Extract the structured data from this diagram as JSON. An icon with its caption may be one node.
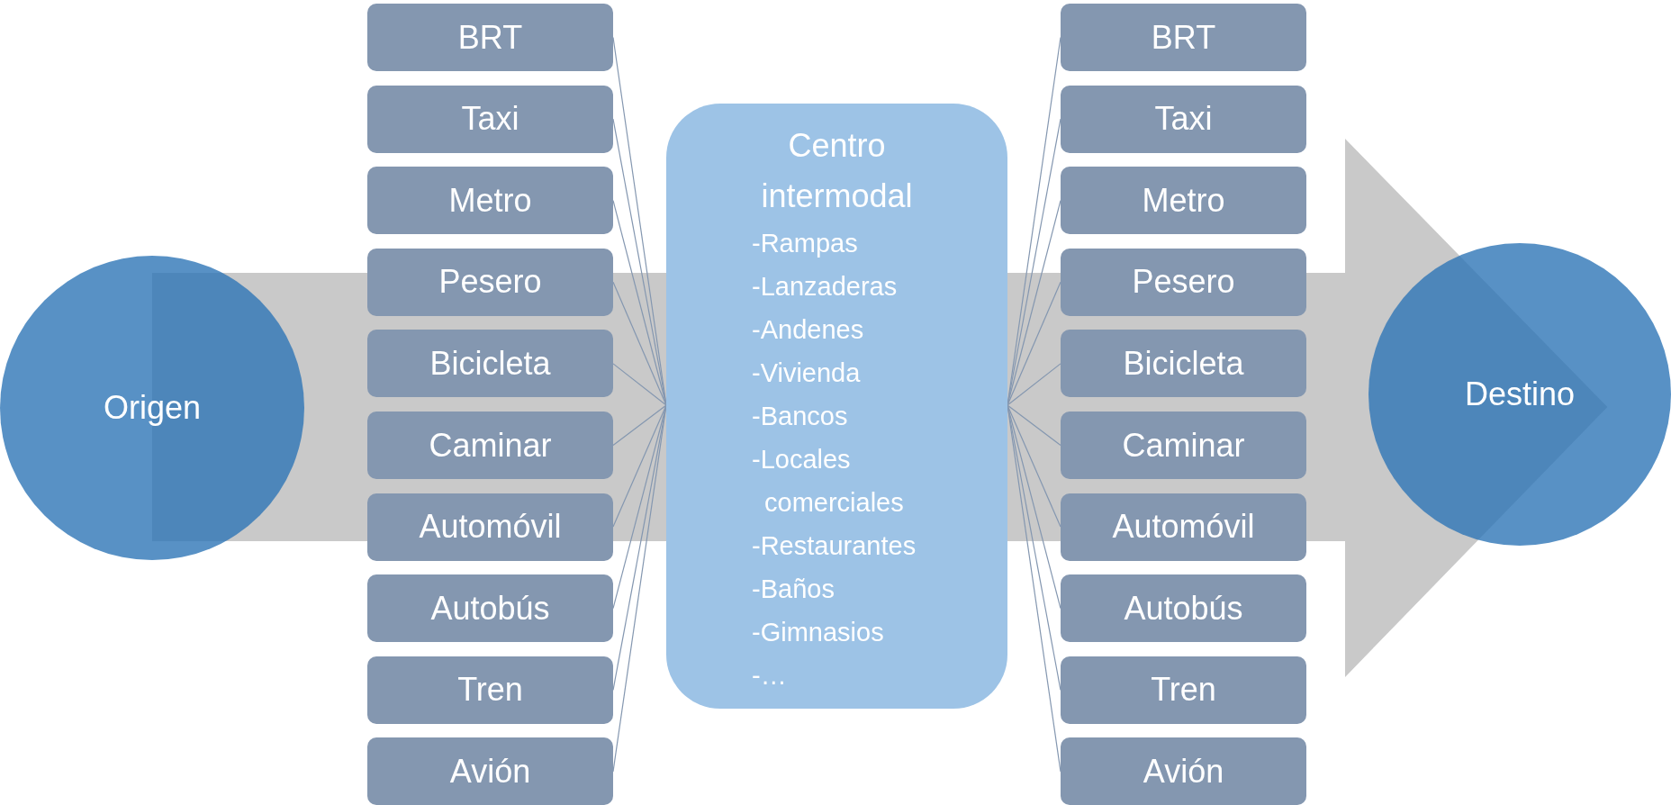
{
  "diagram": {
    "nodes": [
      {
        "text": [
          "Origen"
        ]
      },
      {
        "text": [
          "BRT"
        ]
      },
      {
        "text": [
          "Taxi"
        ]
      },
      {
        "text": [
          "Metro"
        ]
      },
      {
        "text": [
          "Pesero"
        ]
      },
      {
        "text": [
          "Bicicleta"
        ]
      },
      {
        "text": [
          "Caminar"
        ]
      },
      {
        "text": [
          "Automóvil"
        ]
      },
      {
        "text": [
          "Autobús"
        ]
      },
      {
        "text": [
          "Tren"
        ]
      },
      {
        "text": [
          "Avión"
        ]
      },
      {
        "text": [
          "Centro intermodal",
          "-Rampas",
          "-Lanzaderas",
          "-Andenes",
          "-Vivienda",
          "-Bancos",
          "-Locales comerciales",
          "-Restaurantes",
          "-Baños",
          "-Gimnasios",
          "-…"
        ]
      },
      {
        "text": [
          "BRT"
        ]
      },
      {
        "text": [
          "Taxi"
        ]
      },
      {
        "text": [
          "Metro"
        ]
      },
      {
        "text": [
          "Pesero"
        ]
      },
      {
        "text": [
          "Bicicleta"
        ]
      },
      {
        "text": [
          "Caminar"
        ]
      },
      {
        "text": [
          "Automóvil"
        ]
      },
      {
        "text": [
          "Autobús"
        ]
      },
      {
        "text": [
          "Tren"
        ]
      },
      {
        "text": [
          "Avión"
        ]
      },
      {
        "text": [
          "Destino"
        ]
      }
    ],
    "edges": [
      {
        "from": 1,
        "to": 11,
        "arrow": "none"
      },
      {
        "from": 2,
        "to": 11,
        "arrow": "none"
      },
      {
        "from": 3,
        "to": 11,
        "arrow": "none"
      },
      {
        "from": 4,
        "to": 11,
        "arrow": "none"
      },
      {
        "from": 5,
        "to": 11,
        "arrow": "none"
      },
      {
        "from": 6,
        "to": 11,
        "arrow": "none"
      },
      {
        "from": 7,
        "to": 11,
        "arrow": "none"
      },
      {
        "from": 8,
        "to": 11,
        "arrow": "none"
      },
      {
        "from": 9,
        "to": 11,
        "arrow": "none"
      },
      {
        "from": 10,
        "to": 11,
        "arrow": "none"
      },
      {
        "from": 11,
        "to": 12,
        "arrow": "none"
      },
      {
        "from": 11,
        "to": 13,
        "arrow": "none"
      },
      {
        "from": 11,
        "to": 14,
        "arrow": "none"
      },
      {
        "from": 11,
        "to": 15,
        "arrow": "none"
      },
      {
        "from": 11,
        "to": 16,
        "arrow": "none"
      },
      {
        "from": 11,
        "to": 17,
        "arrow": "none"
      },
      {
        "from": 11,
        "to": 18,
        "arrow": "none"
      },
      {
        "from": 11,
        "to": 19,
        "arrow": "none"
      },
      {
        "from": 11,
        "to": 20,
        "arrow": "none"
      },
      {
        "from": 11,
        "to": 21,
        "arrow": "none"
      },
      {
        "from": 0,
        "to": 22,
        "arrow": "to",
        "style": "thick",
        "color": "#c9c9c9"
      }
    ]
  }
}
